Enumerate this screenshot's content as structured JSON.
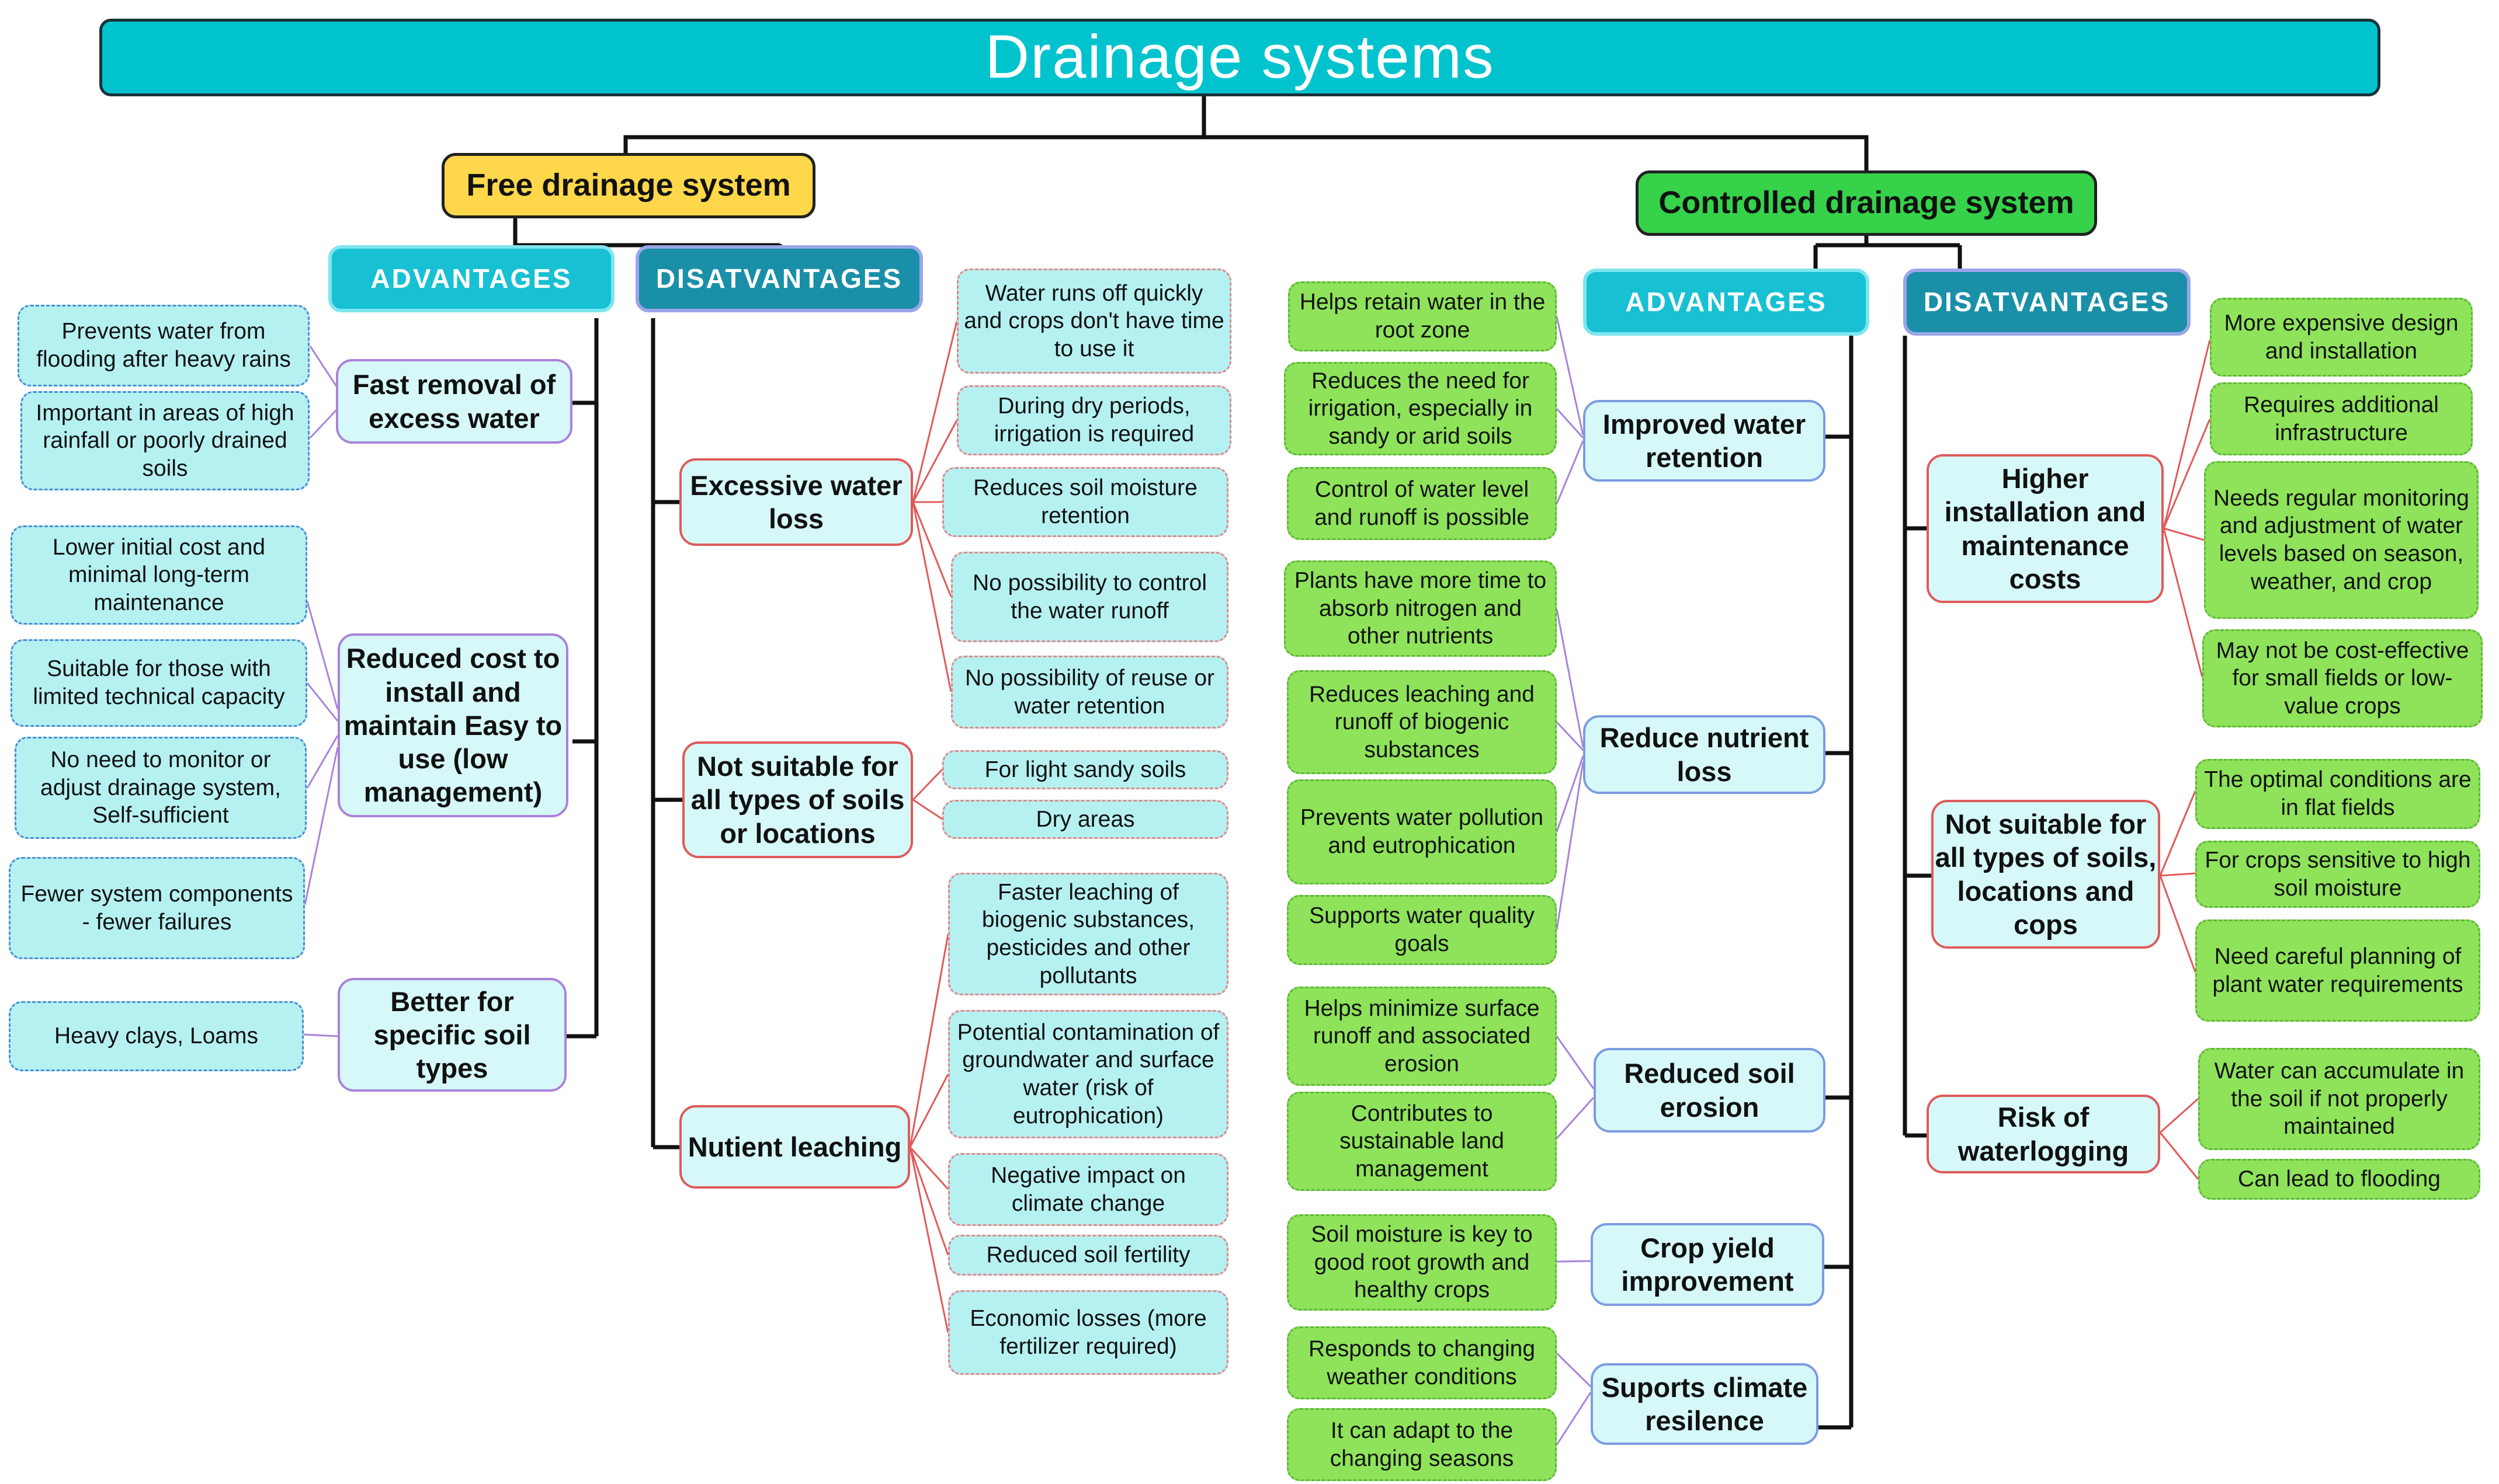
{
  "title": "Drainage systems",
  "free": {
    "label": "Free drainage system",
    "advantages": {
      "header": "ADVANTAGES",
      "groups": [
        {
          "label": "Fast removal of excess water",
          "items": [
            "Prevents water from flooding after heavy rains",
            "Important in areas of high rainfall or poorly drained soils"
          ]
        },
        {
          "label": "Reduced cost to install and maintain Easy to use (low management)",
          "items": [
            "Lower initial cost and minimal long-term maintenance",
            "Suitable for those with limited technical capacity",
            "No need to monitor or adjust drainage system, Self-sufficient",
            "Fewer system components - fewer failures"
          ]
        },
        {
          "label": "Better for specific soil types",
          "items": [
            "Heavy clays, Loams"
          ]
        }
      ]
    },
    "disadvantages": {
      "header": "DISATVANTAGES",
      "groups": [
        {
          "label": "Excessive water loss",
          "items": [
            "Water runs off quickly and crops don't have time to use it",
            "During dry periods, irrigation is required",
            "Reduces soil moisture retention",
            "No possibility to control the water runoff",
            "No possibility of reuse or water retention"
          ]
        },
        {
          "label": "Not suitable for all types of soils or locations",
          "items": [
            "For light sandy soils",
            "Dry areas"
          ]
        },
        {
          "label": "Nutient leaching",
          "items": [
            "Faster leaching of biogenic substances, pesticides and other pollutants",
            "Potential contamination of groundwater and surface water (risk of eutrophication)",
            "Negative impact on climate change",
            "Reduced soil fertility",
            "Economic losses (more fertilizer required)"
          ]
        }
      ]
    }
  },
  "controlled": {
    "label": "Controlled drainage system",
    "advantages": {
      "header": "ADVANTAGES",
      "groups": [
        {
          "label": "Improved water retention",
          "items": [
            "Helps retain water in the root zone",
            "Reduces the need for irrigation, especially in sandy or arid soils",
            "Control of water level and runoff is possible"
          ]
        },
        {
          "label": "Reduce nutrient loss",
          "items": [
            "Plants have more time to absorb nitrogen and other nutrients",
            "Reduces leaching and runoff of biogenic substances",
            "Prevents water pollution and eutrophication",
            "Supports water quality goals"
          ]
        },
        {
          "label": "Reduced soil erosion",
          "items": [
            "Helps minimize surface runoff and associated erosion",
            "Contributes to sustainable land management"
          ]
        },
        {
          "label": "Crop yield improvement",
          "items": [
            "Soil moisture is key to good root growth and healthy crops"
          ]
        },
        {
          "label": "Suports climate resilence",
          "items": [
            "Responds to changing weather conditions",
            "It can adapt to the changing seasons"
          ]
        }
      ]
    },
    "disadvantages": {
      "header": "DISATVANTAGES",
      "groups": [
        {
          "label": "Higher installation and maintenance costs",
          "items": [
            "More expensive design and installation",
            "Requires additional infrastructure",
            "Needs regular monitoring and adjustment of water levels based on season, weather, and crop",
            "May not be cost-effective for small fields or low-value crops"
          ]
        },
        {
          "label": "Not suitable for all types of soils, locations and cops",
          "items": [
            "The optimal conditions are in flat fields",
            "For crops sensitive to high soil moisture",
            "Need careful planning of plant water requirements"
          ]
        },
        {
          "label": "Risk of waterlogging",
          "items": [
            "Water can accumulate in the soil if not properly maintained",
            "Can lead to flooding"
          ]
        }
      ]
    }
  },
  "colors": {
    "title_fill": "#00c3cd",
    "free_fill": "#fed84a",
    "controlled_fill": "#35d24a",
    "header_fill": "#17c0d3",
    "category_fill": "#d6f8f8",
    "leaf_fill": "#b6f1f2",
    "green_leaf_fill": "#8ee35a"
  }
}
